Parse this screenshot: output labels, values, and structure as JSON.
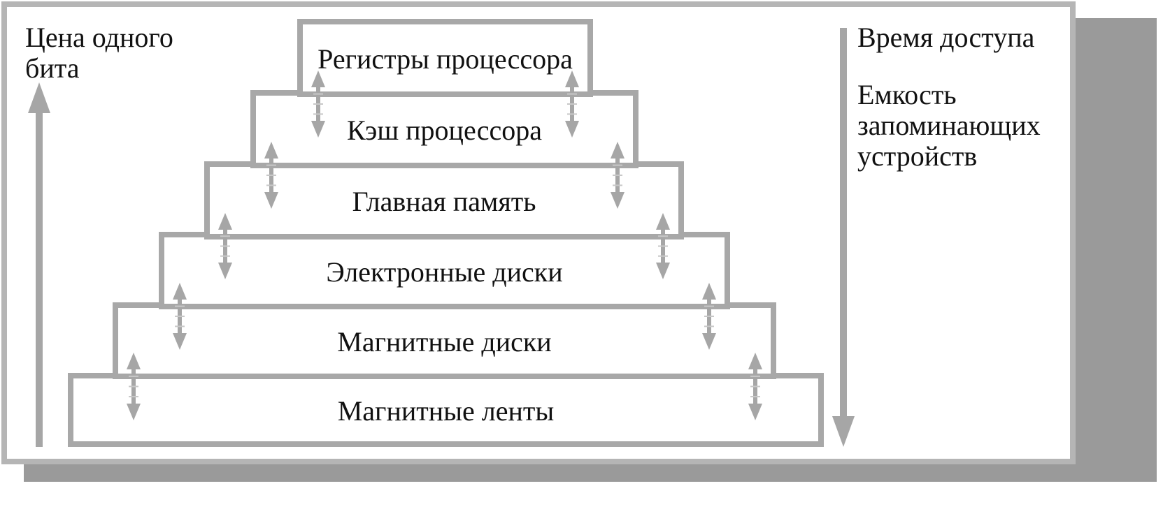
{
  "axes": {
    "left_label": "Цена одного\nбита",
    "right_top_label": "Время доступа",
    "right_bottom_label": "Емкость\nзапоминающих\nустройств"
  },
  "levels": [
    {
      "label": "Регистры процессора"
    },
    {
      "label": "Кэш процессора"
    },
    {
      "label": "Главная память"
    },
    {
      "label": "Электронные диски"
    },
    {
      "label": "Магнитные диски"
    },
    {
      "label": "Магнитные ленты"
    }
  ],
  "colors": {
    "frame": "#b5b5b5",
    "shadow": "#9a9a9a",
    "arrow": "#a6a6a6",
    "box_border": "#a8a8a8",
    "text": "#111111"
  }
}
